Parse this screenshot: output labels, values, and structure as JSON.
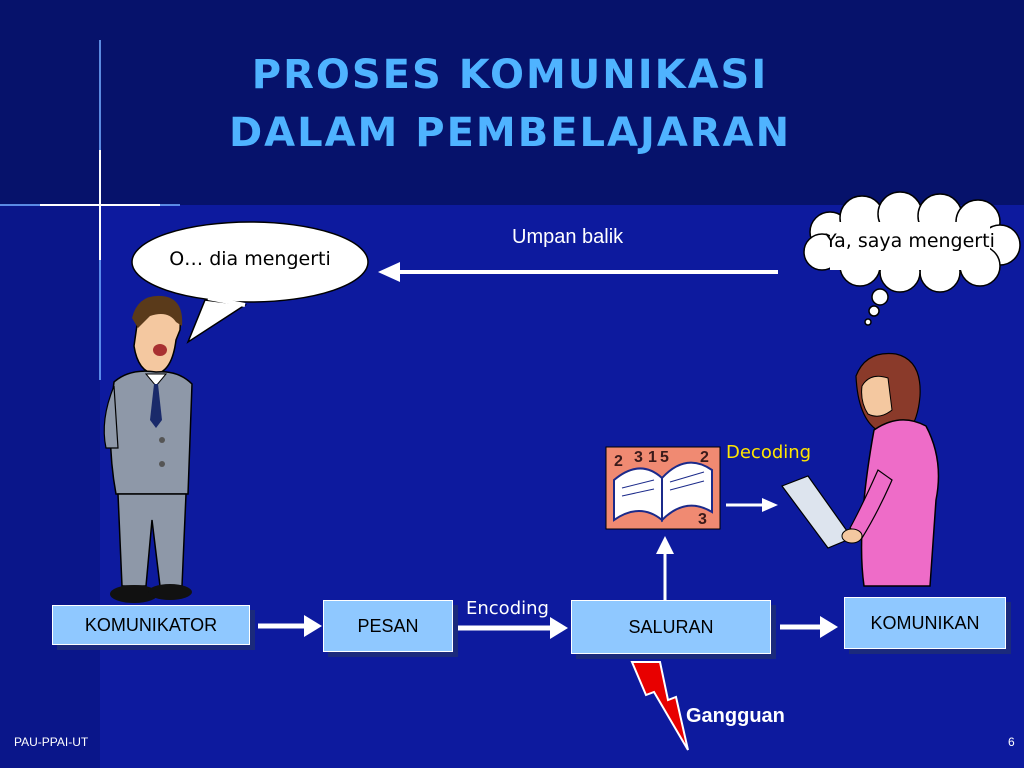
{
  "slide": {
    "title_line1": "PROSES KOMUNIKASI",
    "title_line2": "DALAM PEMBELAJARAN"
  },
  "bubbles": {
    "speech": "O… dia mengerti",
    "thought": "Ya, saya mengerti"
  },
  "labels": {
    "feedback": "Umpan balik",
    "decoding": "Decoding",
    "encoding": "Encoding",
    "noise": "Gangguan"
  },
  "boxes": {
    "communicator": "KOMUNIKATOR",
    "message": "PESAN",
    "channel": "SALURAN",
    "communicant": "KOMUNIKAN"
  },
  "book_numbers": [
    "2",
    "3",
    "1",
    "5",
    "2",
    "3"
  ],
  "footer": {
    "left": "PAU-PPAI-UT",
    "page": "6"
  },
  "colors": {
    "title": "#4fb3ff",
    "box_fill": "#8fc8ff",
    "decoding_text": "#ffe600",
    "background": "#0d1a9e"
  }
}
